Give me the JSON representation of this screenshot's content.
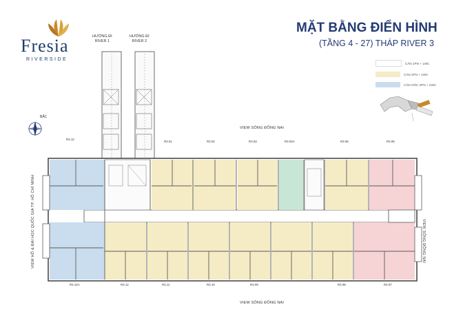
{
  "brand": {
    "name": "Fresia",
    "subtitle": "RIVERSIDE"
  },
  "title": "MẶT BẰNG ĐIỂN HÌNH",
  "subtitle": "(TẦNG 4 - 27) THÁP RIVER 3",
  "legend": [
    {
      "label": "CĂN 1PN + 1WC",
      "color": "#ffffff"
    },
    {
      "label": "CĂN 2PN + 1WC",
      "color": "#f5ecc6"
    },
    {
      "label": "CĂN GÓC 2PN + 2WC",
      "color": "#c9ddee"
    }
  ],
  "directions": {
    "river1": "HƯỚNG ĐI\nRIVER 1",
    "river2": "HƯỚNG ĐI\nRIVER 2"
  },
  "compass": {
    "label": "BẮC"
  },
  "views": {
    "top": "VIEW SÔNG ĐỒNG NAI",
    "bottom": "VIEW SÔNG ĐỒNG NAI",
    "right": "VIEW SÔNG ĐỒNG NAI",
    "left": "VIEW HỒ & ĐẠI HỌC QUỐC GIA TP. HỒ CHÍ MINH"
  },
  "units_top": [
    "R3.12",
    "R3.01",
    "R3.02",
    "R3.03",
    "R3.03A",
    "R3.05",
    "R3.06"
  ],
  "units_bottom": [
    "R3.12A",
    "R3.12",
    "R3.11",
    "R3.10",
    "R3.09",
    "R3.08",
    "R3.07"
  ],
  "colors": {
    "unit2pn": "#f5ecc6",
    "unitCorner": "#c9ddee",
    "unitGreen": "#c7e6d6",
    "unitPink": "#f6d3d5",
    "wall": "#5a5a5a",
    "title": "#243b74",
    "accent": "#c88a2a"
  }
}
